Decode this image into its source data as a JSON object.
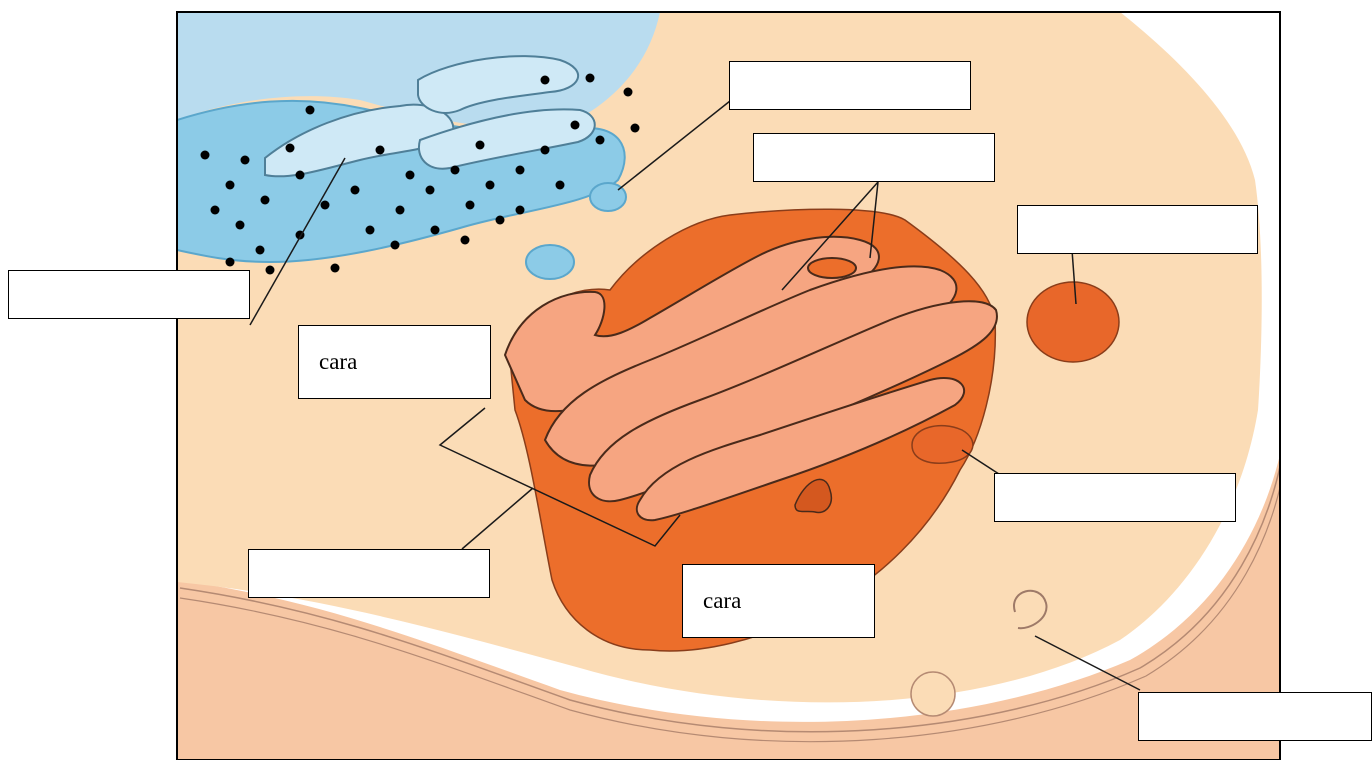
{
  "diagram": {
    "colors": {
      "cytoplasm": "#fbdcb6",
      "membrane_outer": "#f7c7a4",
      "er": "#8ccbe7",
      "er_dark": "#5ba7cc",
      "nucleus": "#b9dcef",
      "golgi_dark": "#ec6e2b",
      "golgi_light": "#f6a581",
      "ribosome": "#000000"
    },
    "labels": [
      {
        "id": "label-top-center",
        "text": ""
      },
      {
        "id": "label-cisternae",
        "text": ""
      },
      {
        "id": "label-right-vesicle",
        "text": ""
      },
      {
        "id": "label-er",
        "text": ""
      },
      {
        "id": "label-face-cis",
        "text": "cara"
      },
      {
        "id": "label-secretory-vesicle",
        "text": ""
      },
      {
        "id": "label-transport-vesicle",
        "text": ""
      },
      {
        "id": "label-face-trans",
        "text": "cara"
      },
      {
        "id": "label-membrane",
        "text": ""
      }
    ]
  }
}
